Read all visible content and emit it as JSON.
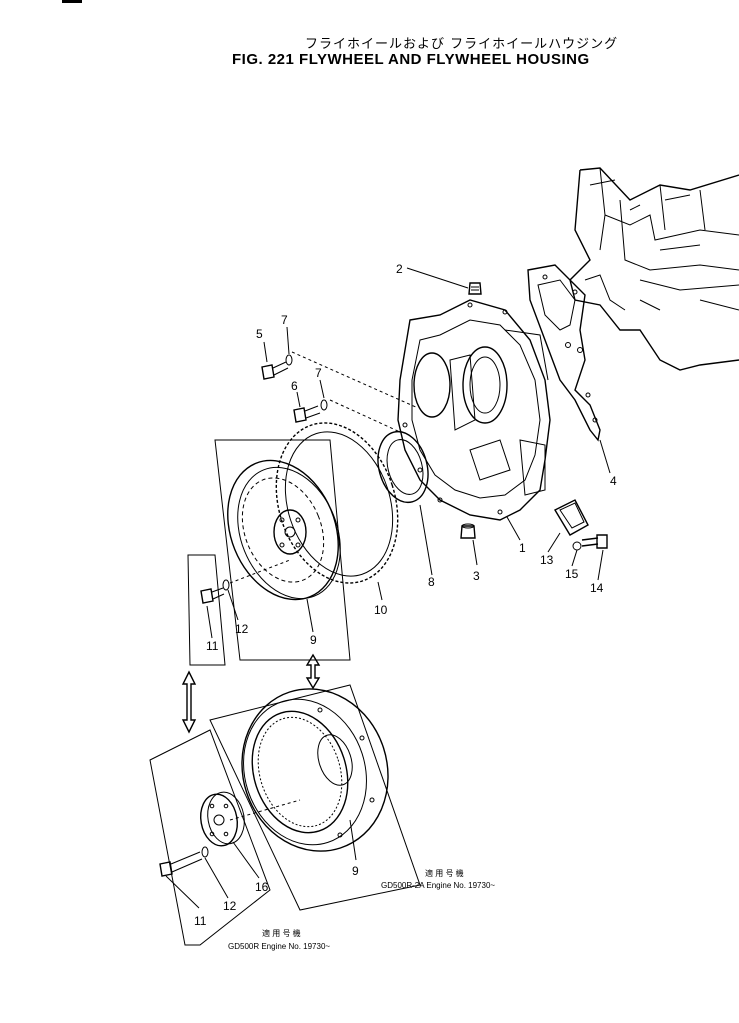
{
  "title_jp": "フライホイールおよび フライホイールハウジング",
  "title_en": "FIG. 221  FLYWHEEL AND FLYWHEEL HOUSING",
  "part_labels": {
    "p1": "1",
    "p2": "2",
    "p3": "3",
    "p4": "4",
    "p5": "5",
    "p6": "6",
    "p7a": "7",
    "p7b": "7",
    "p8": "8",
    "p9a": "9",
    "p9b": "9",
    "p10": "10",
    "p11a": "11",
    "p11b": "11",
    "p12a": "12",
    "p12b": "12",
    "p13": "13",
    "p14": "14",
    "p15": "15",
    "p16": "16"
  },
  "notes": {
    "upper_small": "適 用 号 機",
    "upper_text": "GD500R-2A  Engine No. 19730~",
    "lower_small": "適 用 号 機",
    "lower_text": "GD500R  Engine No. 19730~"
  }
}
